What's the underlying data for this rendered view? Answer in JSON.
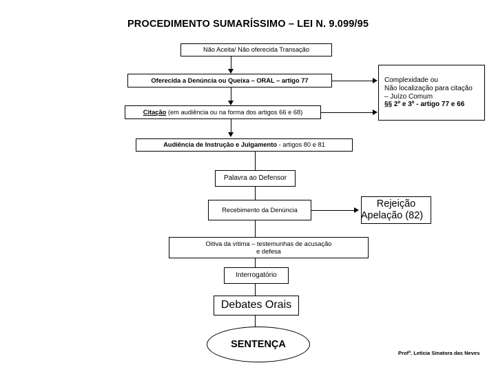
{
  "title": "PROCEDIMENTO SUMARÍSSIMO – LEI N. 9.099/95",
  "nodes": {
    "nao_aceita": {
      "label": "Não Aceita/ Não oferecida Transação"
    },
    "oferecida": {
      "label": "Oferecida a Denúncia ou Queixa – ORAL – artigo 77"
    },
    "citacao": {
      "label_bold": "Citação",
      "label_rest": " (em audiência ou na forma dos artigos 66  e 68)"
    },
    "complexidade": {
      "line1": "Complexidade ou",
      "line2": "Não localização para citação",
      "line3": " – Juízo Comum",
      "line4": "§§ 2º e 3º - artigo 77 e 66"
    },
    "audiencia": {
      "label_bold": "Audiência de Instrução e Julgamento",
      "label_rest": "  - artigos 80 e 81"
    },
    "palavra": {
      "label": "Palavra ao Defensor"
    },
    "recebimento": {
      "label": "Recebimento da Denúncia"
    },
    "rejeicao": {
      "line1": "Rejeição",
      "line2": "Apelação (82)"
    },
    "oitiva": {
      "line1": "Oitiva da vítima – testemunhas de acusação",
      "line2": "e defesa"
    },
    "interrogatorio": {
      "label": "Interrogatório"
    },
    "debates": {
      "label": "Debates Orais"
    },
    "sentenca": {
      "label": "SENTENÇA"
    }
  },
  "footer": {
    "credit": "Profª. Letícia Sinatora das Neves"
  },
  "colors": {
    "stroke": "#000000",
    "fill": "#ffffff",
    "text": "#000000"
  }
}
